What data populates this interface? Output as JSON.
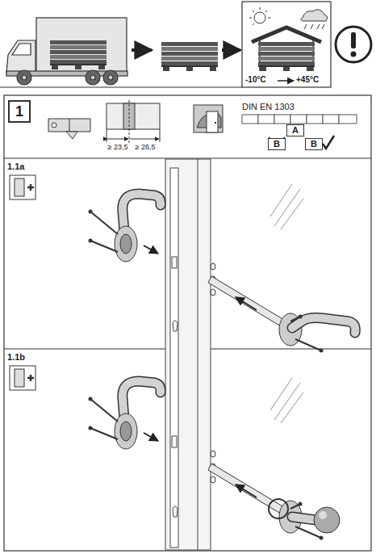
{
  "diagram": {
    "nodes": [
      {
        "text": [
          "1"
        ]
      },
      {
        "text": [
          "A"
        ]
      },
      {
        "text": [
          "B"
        ]
      },
      {
        "text": [
          "B"
        ]
      }
    ],
    "labels": [
      "DIN EN 1303",
      "≥ 23,5",
      "≥ 26,5",
      "-10°C",
      "+45°C",
      "1.1a",
      "1.1b"
    ]
  }
}
